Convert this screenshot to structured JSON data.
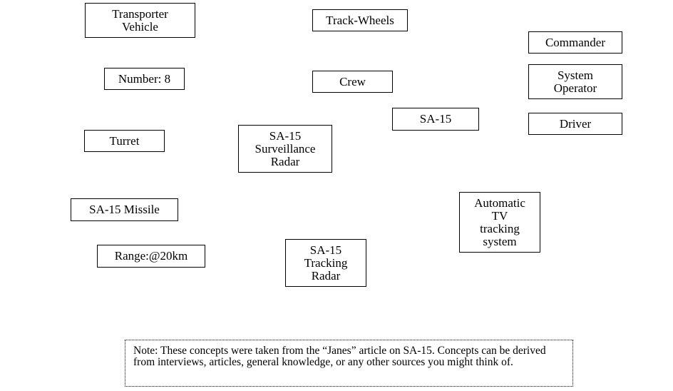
{
  "concepts": {
    "transporter_vehicle": "Transporter\nVehicle",
    "track_wheels": "Track-Wheels",
    "commander": "Commander",
    "number": "Number: 8",
    "crew": "Crew",
    "system_operator": "System\nOperator",
    "sa15": "SA-15",
    "driver": "Driver",
    "turret": "Turret",
    "surveillance_radar": "SA-15\nSurveillance\nRadar",
    "missile": "SA-15 Missile",
    "tv_tracking": "Automatic\nTV\ntracking\nsystem",
    "range": "Range:@20km",
    "tracking_radar": "SA-15\nTracking\nRadar"
  },
  "note": {
    "text": "Note: These concepts were taken from the “Janes” article on SA-15. Concepts can be derived from interviews, articles, general knowledge, or any other sources you might think of."
  }
}
